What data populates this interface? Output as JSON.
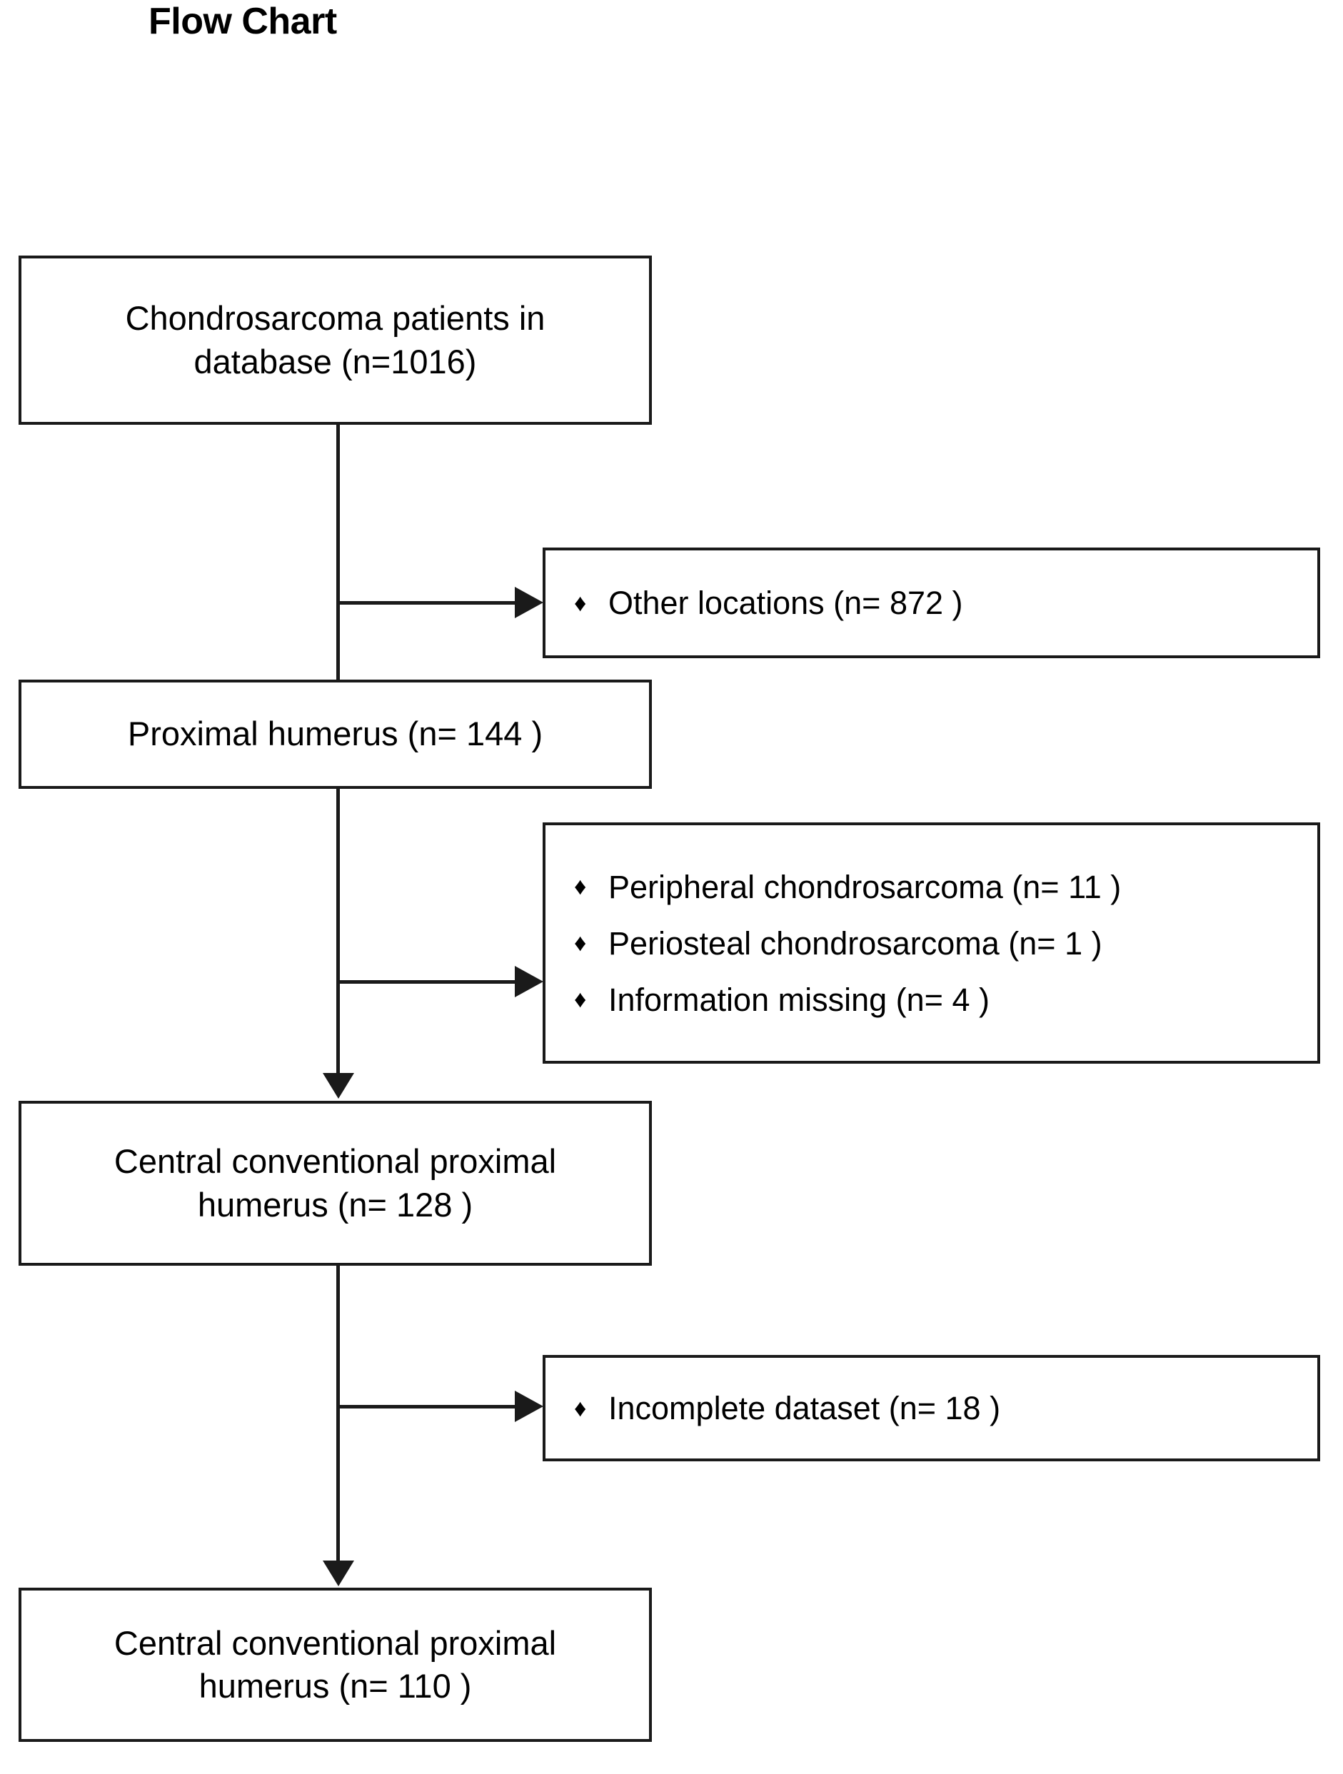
{
  "title": "Flow Chart",
  "diagram": {
    "type": "flowchart",
    "orientation": "vertical",
    "colors": {
      "stroke": "#1a1a1a",
      "fill": "#ffffff",
      "text": "#000000"
    },
    "bullet_glyph": "♦",
    "nodes": [
      {
        "id": "node-database",
        "label": "Chondrosarcoma patients in\ndatabase (n=1016)",
        "n": 1016
      },
      {
        "id": "node-proximal-humerus",
        "label": "Proximal humerus (n= 144 )",
        "n": 144
      },
      {
        "id": "node-central-conventional-128",
        "label": "Central conventional proximal\nhumerus (n= 128 )",
        "n": 128
      },
      {
        "id": "node-central-conventional-110",
        "label": "Central conventional proximal\nhumerus (n= 110 )",
        "n": 110
      }
    ],
    "exclusions": [
      {
        "id": "exclusion-other-locations",
        "items": [
          {
            "label": "Other locations (n= 872 )",
            "n": 872
          }
        ]
      },
      {
        "id": "exclusion-subtypes",
        "items": [
          {
            "label": "Peripheral chondrosarcoma (n= 11 )",
            "n": 11
          },
          {
            "label": "Periosteal chondrosarcoma (n= 1 )",
            "n": 1
          },
          {
            "label": "Information missing (n= 4 )",
            "n": 4
          }
        ]
      },
      {
        "id": "exclusion-incomplete-dataset",
        "items": [
          {
            "label": "Incomplete dataset (n= 18 )",
            "n": 18
          }
        ]
      }
    ]
  }
}
